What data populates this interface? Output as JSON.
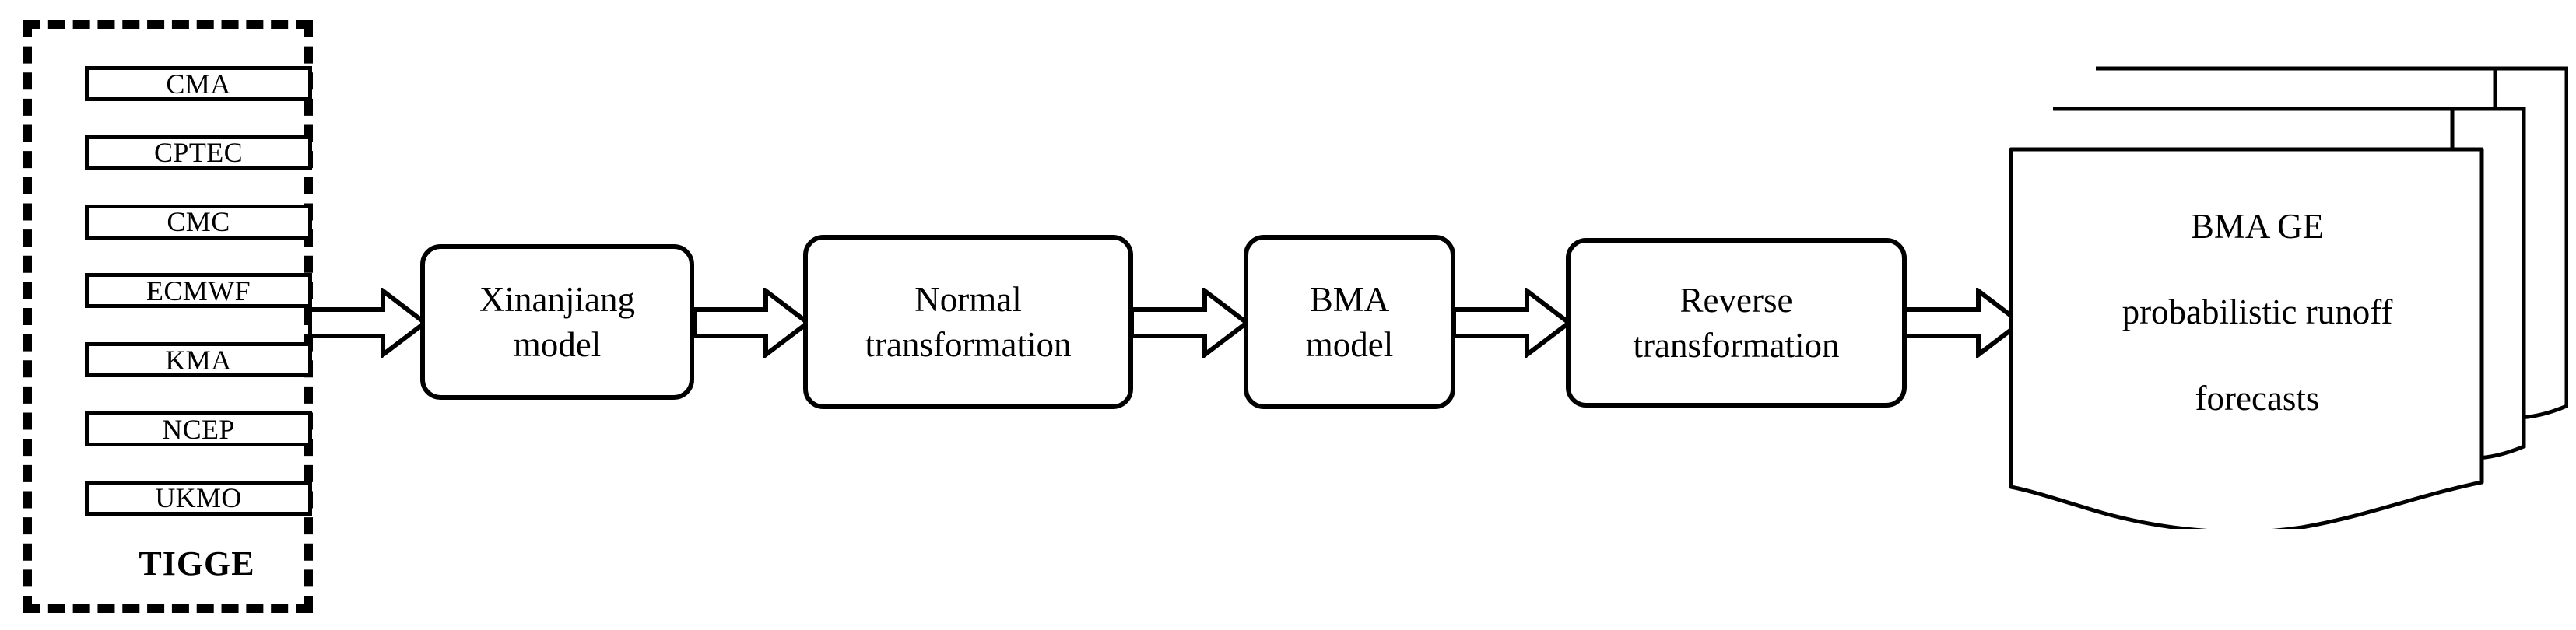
{
  "diagram": {
    "title": "BMA GE probabilistic runoff forecasting workflow",
    "colors": {
      "stroke": "#000000",
      "fill": "#ffffff",
      "text": "#000000"
    },
    "ensemble_group": {
      "label": "TIGGE",
      "border_style": "dashed",
      "sources": [
        {
          "name": "CMA"
        },
        {
          "name": "CPTEC"
        },
        {
          "name": "CMC"
        },
        {
          "name": "ECMWF"
        },
        {
          "name": "KMA"
        },
        {
          "name": "NCEP"
        },
        {
          "name": "UKMO"
        }
      ]
    },
    "process_steps": [
      {
        "id": "xinanjiang",
        "label": "Xinanjiang\nmodel"
      },
      {
        "id": "normal",
        "label": "Normal\ntransformation"
      },
      {
        "id": "bma",
        "label": "BMA\nmodel"
      },
      {
        "id": "reverse",
        "label": "Reverse\ntransformation"
      }
    ],
    "arrows": [
      {
        "id": "arrow-1",
        "from": "TIGGE",
        "to": "Xinanjiang model"
      },
      {
        "id": "arrow-2",
        "from": "Xinanjiang model",
        "to": "Normal transformation"
      },
      {
        "id": "arrow-3",
        "from": "Normal transformation",
        "to": "BMA model"
      },
      {
        "id": "arrow-4",
        "from": "BMA model",
        "to": "Reverse transformation"
      },
      {
        "id": "arrow-5",
        "from": "Reverse transformation",
        "to": "BMA GE probabilistic runoff forecasts"
      }
    ],
    "output": {
      "shape": "document-stack",
      "pages": 3,
      "label": "BMA GE\nprobabilistic runoff\nforecasts"
    }
  }
}
